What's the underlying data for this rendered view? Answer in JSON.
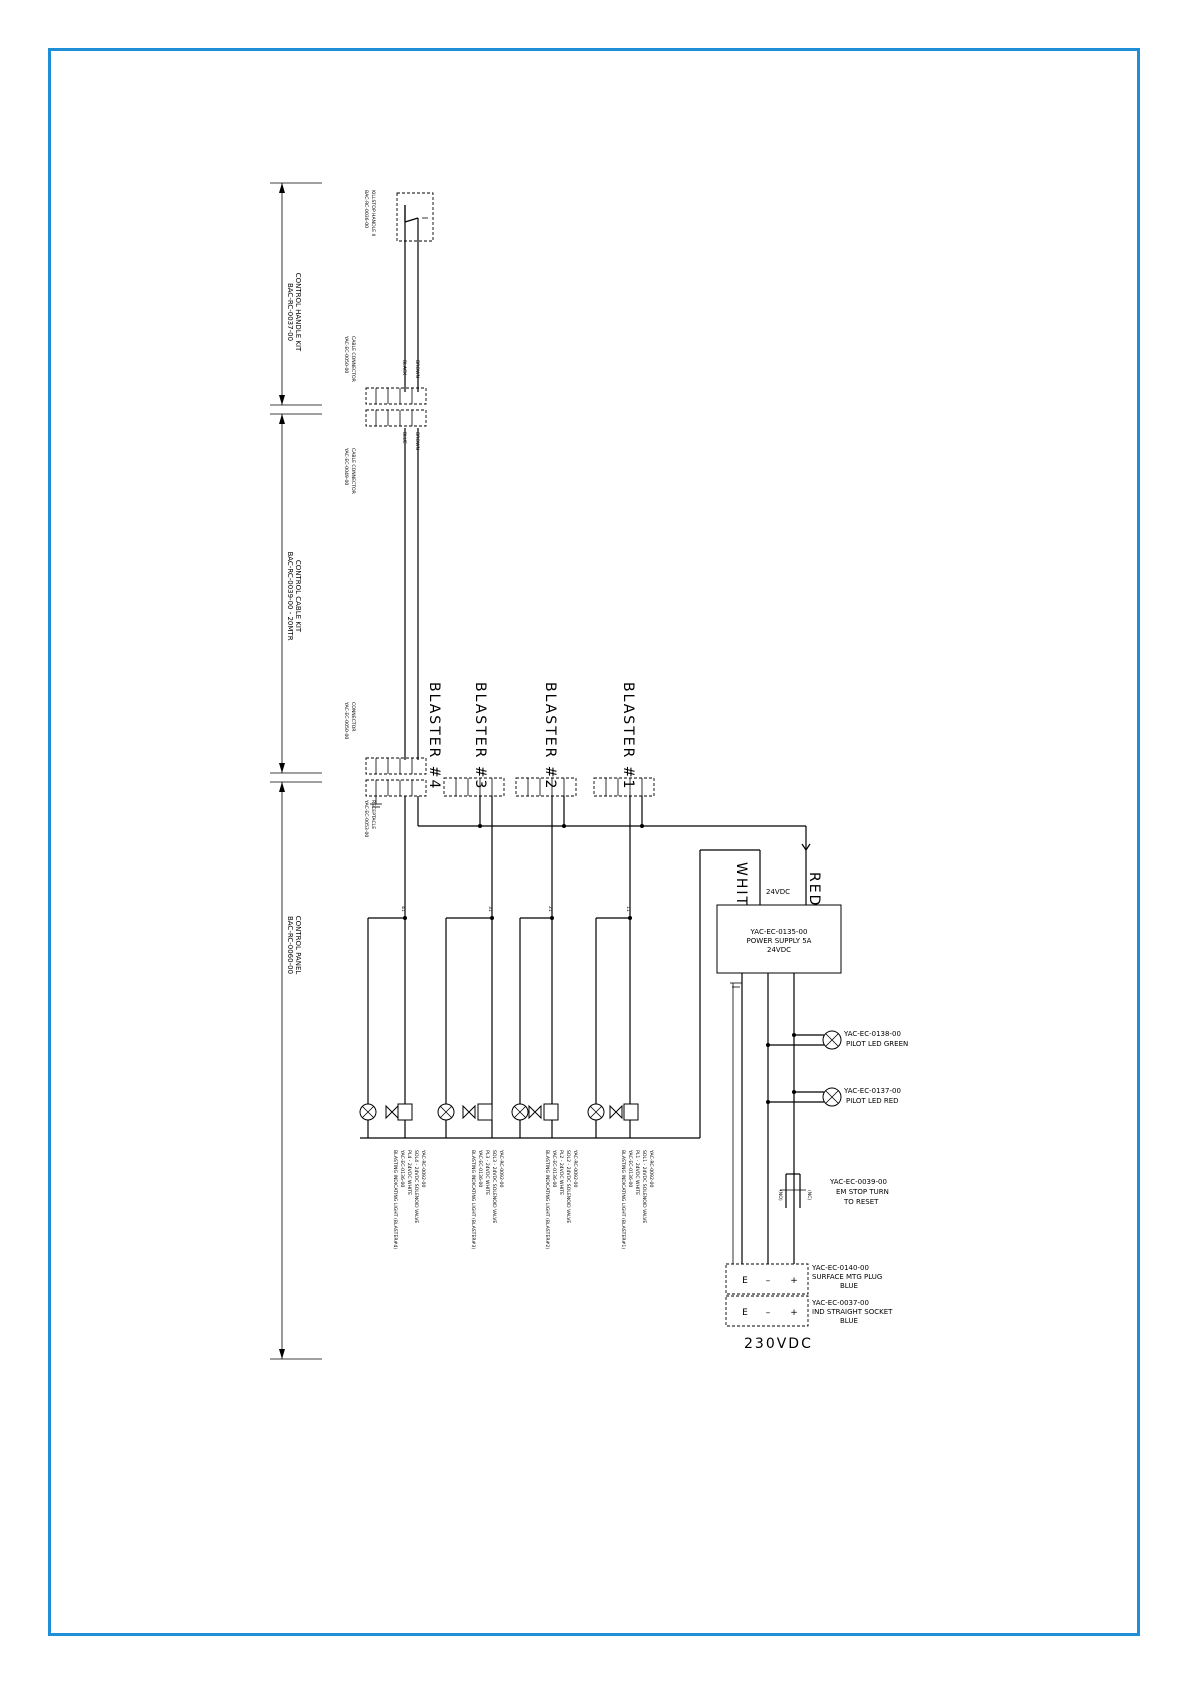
{
  "sections": {
    "control_handle": [
      "CONTROL HANDLE KIT",
      "BAC-RC-0037-00"
    ],
    "control_cable": [
      "CONTROL CABLE KIT",
      "BAC-RC-0039-00 - 20MTR"
    ],
    "control_panel": [
      "CONTROL PANEL",
      "BAC-RC-0060-00"
    ]
  },
  "top_components": {
    "estop_handle": [
      "KILLSTOP HANDLE II",
      "BAC-RC-0036-00"
    ],
    "cable_connector_1": [
      "CABLE CONNECTOR",
      "YAC-EC-0050-00"
    ],
    "cable_connector_2": [
      "CABLE CONNECTOR",
      "YAC-EC-0049-00"
    ],
    "connector": [
      "CONNECTOR",
      "YAC-EC-0050-00"
    ],
    "receptacle": [
      "RECEPTACLE",
      "YAC-EC-0053-00"
    ]
  },
  "wire_colors": {
    "brown_top": "BROWN",
    "black_top": "BLACK",
    "brown_mid": "BROWN",
    "blue_mid": "BLUE",
    "white": "WHITE",
    "red": "RED"
  },
  "blasters": [
    {
      "label": "BLASTER #1",
      "wire": "11"
    },
    {
      "label": "BLASTER #2",
      "wire": "21"
    },
    {
      "label": "BLASTER #3",
      "wire": "31"
    },
    {
      "label": "BLASTER #4",
      "wire": "41"
    }
  ],
  "valve_labels": [
    [
      "YAC-RC-0092-00",
      "SOL1 - 24VDC SOLENOID VALVE",
      "PL1 - 24VDC WHITE",
      "YAC-EC-0136-00",
      "BLASTING INDICATING LIGHT (BLASTER#1)"
    ],
    [
      "YAC-RC-0092-00",
      "SOL2 - 24VDC SOLENOID VALVE",
      "PL2 - 24VDC WHITE",
      "YAC-EC-0136-00",
      "BLASTING INDICATING LIGHT (BLASTER#2)"
    ],
    [
      "YAC-RC-0092-00",
      "SOL3 - 24VDC SOLENOID VALVE",
      "PL3 - 24VDC WHITE",
      "YAC-EC-0136-00",
      "BLASTING INDICATING LIGHT (BLASTER#3)"
    ],
    [
      "YAC-RC-0092-00",
      "SOL4 - 24VDC SOLENOID VALVE",
      "PL4 - 24VDC WHITE",
      "YAC-EC-0136-00",
      "BLASTING INDICATING LIGHT (BLASTER#4)"
    ]
  ],
  "power_supply": {
    "part": "YAC-EC-0135-00",
    "name": "POWER SUPPLY 5A",
    "voltage": "24VDC",
    "output_label": "24VDC"
  },
  "pilot_green": {
    "part": "YAC-EC-0138-00",
    "name": "PILOT LED GREEN"
  },
  "pilot_red": {
    "part": "YAC-EC-0137-00",
    "name": "PILOT LED RED"
  },
  "estop": {
    "part": "YAC-EC-0039-00",
    "line1": "EM STOP TURN",
    "line2": "TO RESET",
    "contact_a": "(NO)",
    "contact_b": "(NC)"
  },
  "plug": {
    "part": "YAC-EC-0140-00",
    "line1": "SURFACE MTG PLUG",
    "line2": "BLUE"
  },
  "socket": {
    "part": "YAC-EC-0037-00",
    "line1": "IND STRAIGHT SOCKET",
    "line2": "BLUE"
  },
  "terminals": {
    "e": "E",
    "minus": "–",
    "plus": "+"
  },
  "mains": "230VDC",
  "colors": {
    "frame": "#1e8ed6",
    "line": "#000000"
  }
}
